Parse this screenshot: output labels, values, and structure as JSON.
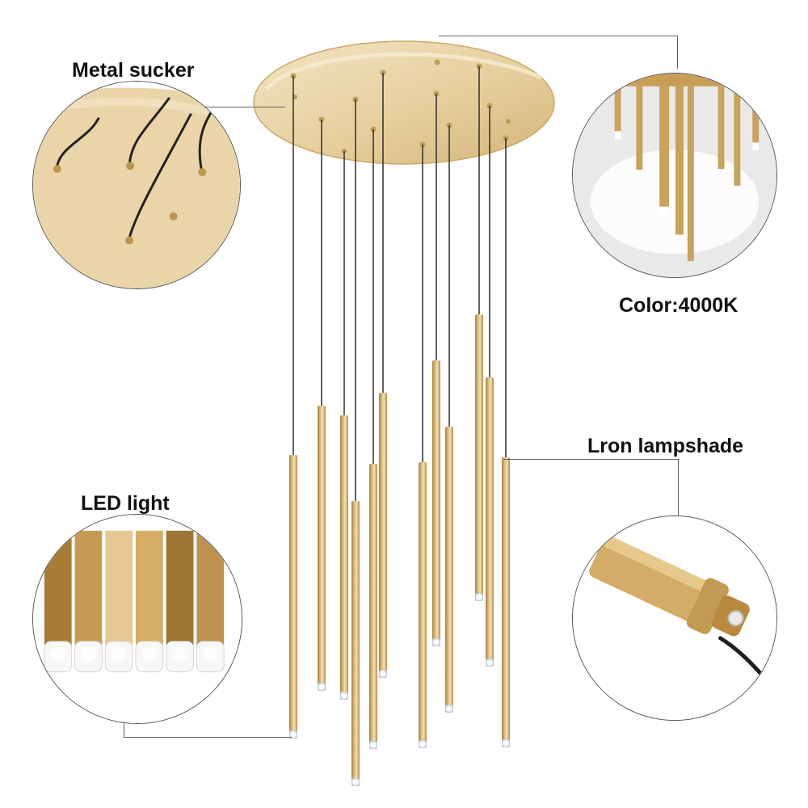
{
  "labels": {
    "metal_sucker": "Metal sucker",
    "color": "Color:4000K",
    "iron_lampshade": "Lron lampshade",
    "led_light": "LED light"
  },
  "colors": {
    "gold": "#d8bb7c",
    "gold_dark": "#b98f46",
    "gold_light": "#f0deb5",
    "canopy": "#e8d2a4",
    "cord": "#2b2b2b",
    "outline": "#555555"
  },
  "icons": {
    "canopy": "round-canopy-icon",
    "pendant": "tube-pendant-icon",
    "led": "led-tip-icon"
  }
}
